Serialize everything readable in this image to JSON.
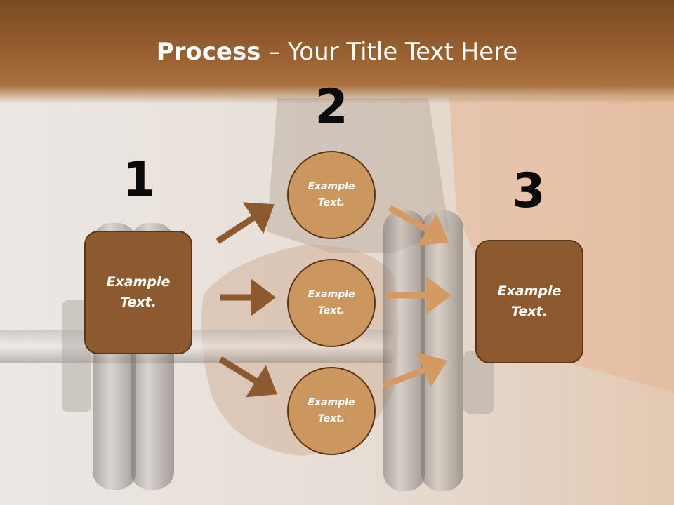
{
  "title": {
    "bold": "Process",
    "rest": " – Your Title Text Here"
  },
  "steps": [
    {
      "number": "1"
    },
    {
      "number": "2"
    },
    {
      "number": "3"
    }
  ],
  "boxes": [
    {
      "line1": "Example",
      "line2": "Text."
    },
    {
      "line1": "Example",
      "line2": "Text."
    }
  ],
  "circles": [
    {
      "line1": "Example",
      "line2": "Text."
    },
    {
      "line1": "Example",
      "line2": "Text."
    },
    {
      "line1": "Example",
      "line2": "Text."
    }
  ],
  "colors": {
    "header": "#9a6232",
    "box_fill": "#8d5a30",
    "circle_fill": "#cc975f",
    "arrow_left": "#8d5a30",
    "arrow_right": "#d49a62",
    "outline": "#5b3516"
  }
}
